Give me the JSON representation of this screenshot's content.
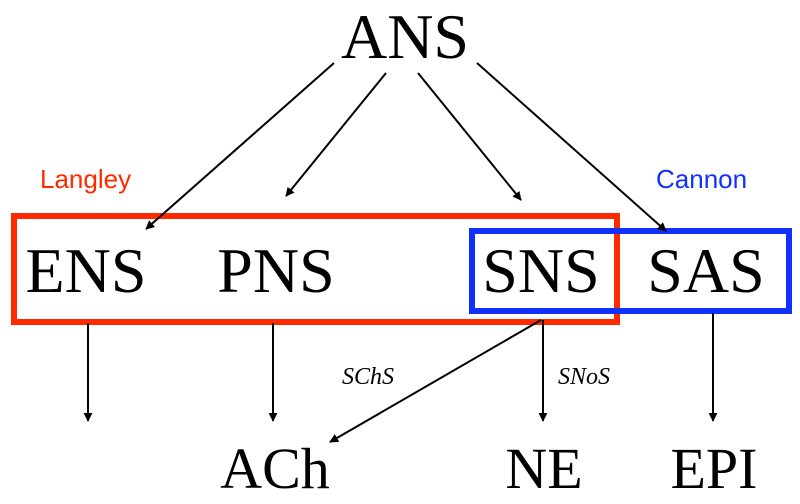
{
  "nodes": {
    "ans": "ANS",
    "ens": "ENS",
    "pns": "PNS",
    "sns": "SNS",
    "sas": "SAS",
    "ach": "ACh",
    "ne": "NE",
    "epi": "EPI"
  },
  "groups": {
    "langley": {
      "label": "Langley",
      "color": "#ff2a00"
    },
    "cannon": {
      "label": "Cannon",
      "color": "#1030ff"
    }
  },
  "edge_labels": {
    "schs": "SChS",
    "snos": "SNoS"
  }
}
